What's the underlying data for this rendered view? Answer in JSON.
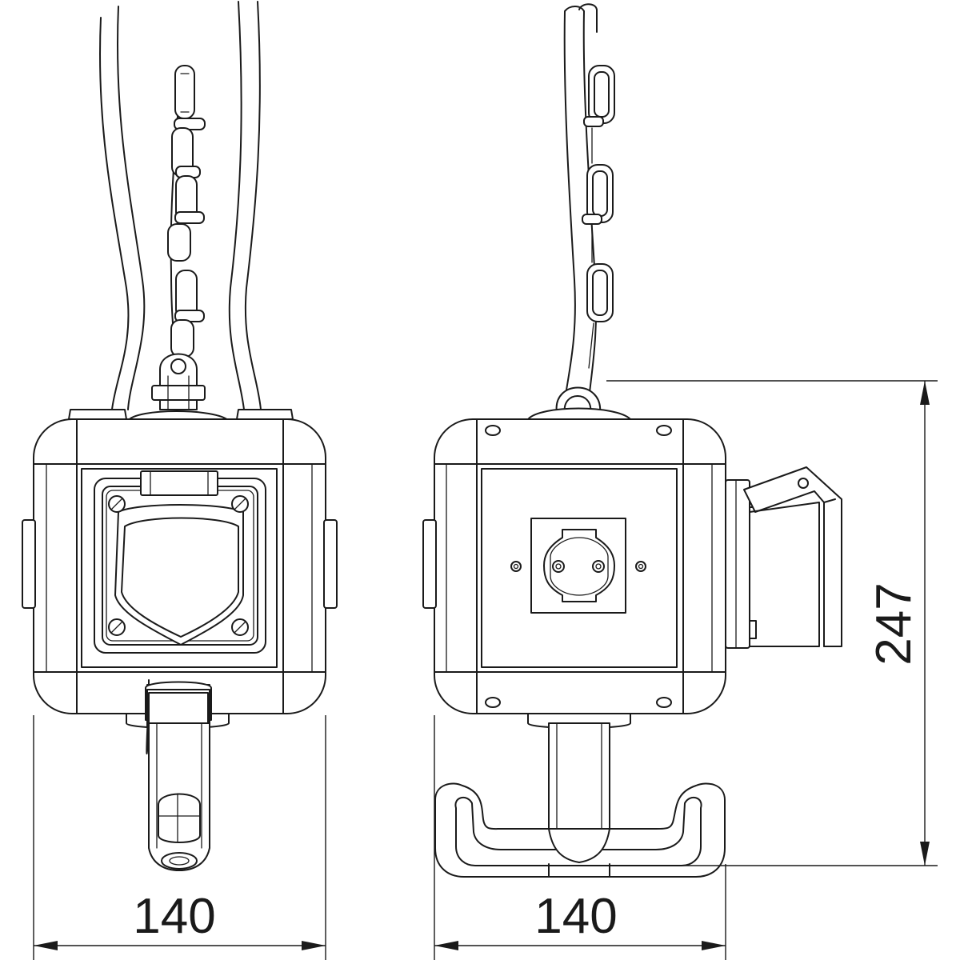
{
  "dimensions": {
    "front_width": "140",
    "side_width": "140",
    "height": "247"
  }
}
